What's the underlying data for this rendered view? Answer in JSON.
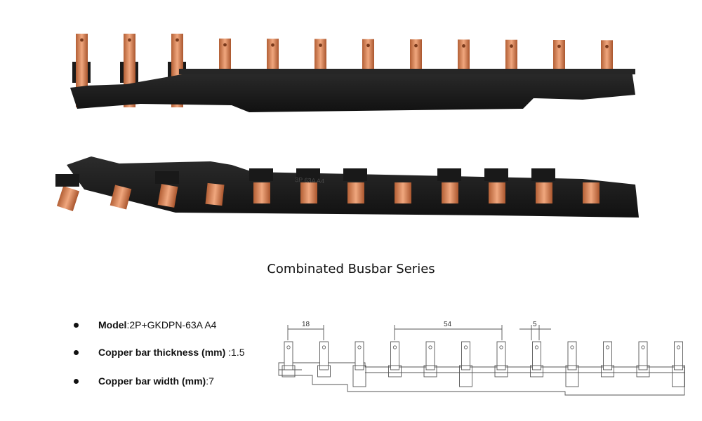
{
  "top_photo": {
    "tabs": 12,
    "label": ""
  },
  "bottom_photo": {
    "tabs": 12,
    "label": "3P 63A A4"
  },
  "caption": "Combinated Busbar Series",
  "specs": [
    {
      "label": "Model",
      "sep": ":",
      "value": "2P+GKDPN-63A A4"
    },
    {
      "label": "Copper bar thickness (mm)",
      "sep": " :",
      "value": "1.5"
    },
    {
      "label": "Copper bar width (mm)",
      "sep": ":",
      "value": "7"
    }
  ],
  "drawing": {
    "dimensions": {
      "pitch": "18",
      "span": "54",
      "tab_width": "5"
    },
    "tab_count": 12
  },
  "colors": {
    "copper": "#d8845a",
    "plastic": "#1f1f1f"
  }
}
